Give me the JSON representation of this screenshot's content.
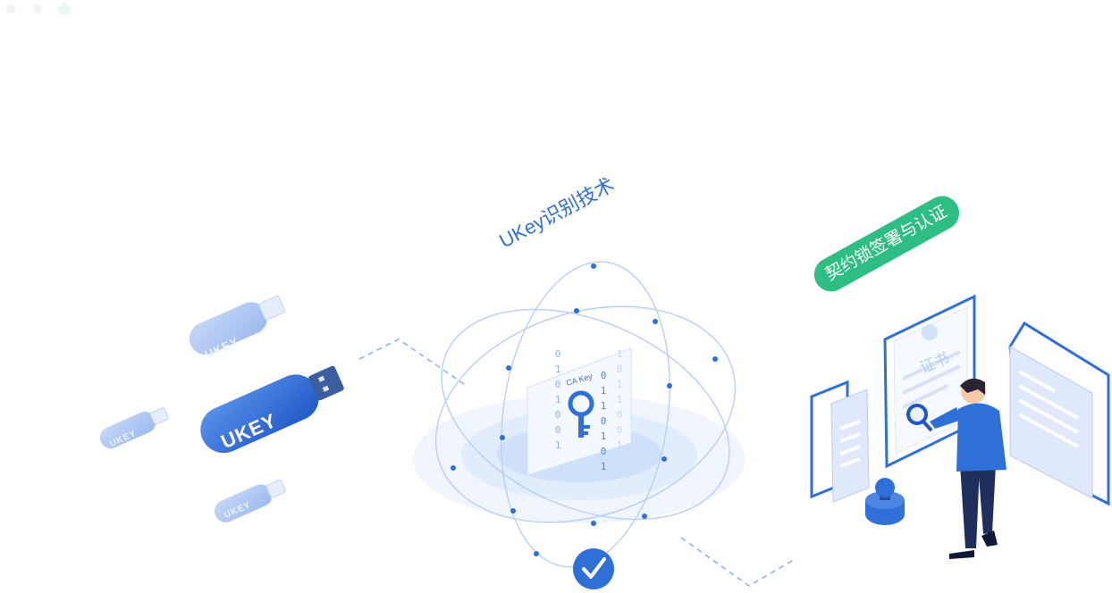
{
  "center_title": "UKey识别技术",
  "ukey_labels": [
    "UKEY",
    "UKEY",
    "UKEY",
    "UKEY"
  ],
  "ca_key_label": "CA Key",
  "binary_columns": [
    "0\n1\n0\n1\n0\n0\n1",
    "0\n1\n1\n0\n1\n0\n1",
    "1\n0\n1\n1\n0\n0\n1"
  ],
  "certificate_title": "证书",
  "right_badge": "契约锁签署与认证",
  "colors": {
    "primary_blue": "#2f6fd8",
    "light_blue": "#a9c4f2",
    "badge_green": "#2ebd83",
    "dark_navy": "#1e2f5c"
  },
  "icons": [
    "usb-key-icon",
    "key-icon",
    "checkmark-icon",
    "magnifier-icon",
    "stamp-icon",
    "certificate-icon",
    "document-icon"
  ]
}
